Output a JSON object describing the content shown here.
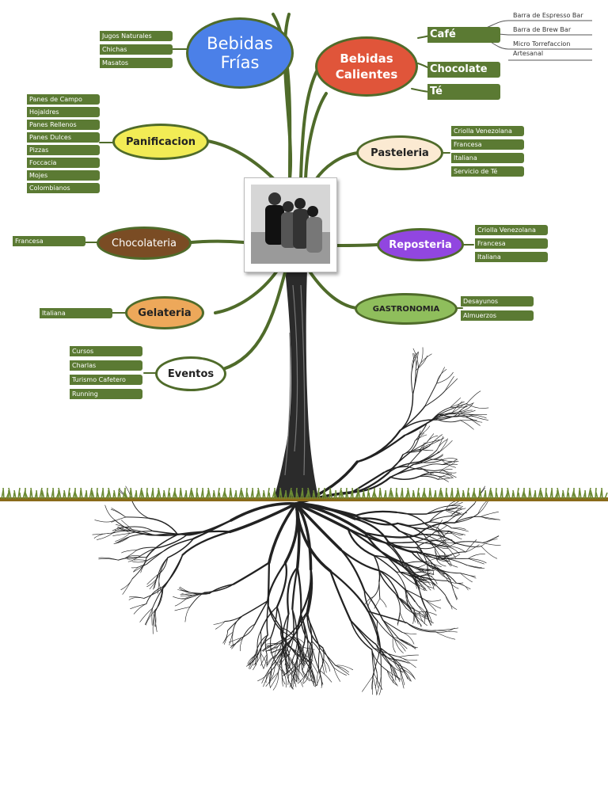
{
  "colors": {
    "branch": "#4f6b2a",
    "tag": "#5b7a33",
    "bebidas_frias": "#4b80e8",
    "bebidas_calientes": "#e0553a",
    "panificacion": "#f2ec55",
    "pasteleria": "#fbead2",
    "chocolateria": "#7a4c24",
    "reposteria": "#9146e0",
    "gelateria": "#eda85a",
    "gastronomia": "#8fbe5c",
    "eventos": "#ffffff",
    "ground": "#6b8a34",
    "soil": "#8a6a1a",
    "roots": "#222222"
  },
  "center": {
    "label": "photo",
    "icon": "group-photo"
  },
  "nodes": {
    "bebidas_frias": {
      "label1": "Bebidas",
      "label2": "Frías",
      "items": [
        "Jugos Naturales",
        "Chichas",
        "Masatos"
      ]
    },
    "bebidas_calientes": {
      "label1": "Bebidas",
      "label2": "Calientes"
    },
    "cafe": {
      "label": "Café",
      "items": [
        "Barra de Espresso Bar",
        "Barra de Brew Bar",
        "Micro Torrefaccion",
        "Artesanal"
      ]
    },
    "chocolate": {
      "label": "Chocolate"
    },
    "te": {
      "label": "Té"
    },
    "panificacion": {
      "label": "Panificacion",
      "items": [
        "Panes de Campo",
        "Hojaldres",
        "Panes Rellenos",
        "Panes Dulces",
        "Pizzas",
        "Foccacia",
        "Mojes",
        "Colombianos"
      ]
    },
    "pasteleria": {
      "label": "Pasteleria",
      "items": [
        "Criolla Venezolana",
        "Francesa",
        "Italiana",
        "Servicio de Té"
      ]
    },
    "chocolateria": {
      "label": "Chocolateria",
      "items": [
        "Francesa"
      ]
    },
    "reposteria": {
      "label": "Reposteria",
      "items": [
        "Criolla Venezolana",
        "Francesa",
        "Italiana"
      ]
    },
    "gelateria": {
      "label": "Gelateria",
      "items": [
        "Italiana"
      ]
    },
    "gastronomia": {
      "label": "GASTRONOMIA",
      "items": [
        "Desayunos",
        "Almuerzos"
      ]
    },
    "eventos": {
      "label": "Eventos",
      "items": [
        "Cursos",
        "Charlas",
        "Turismo Cafetero",
        "Running"
      ]
    }
  }
}
